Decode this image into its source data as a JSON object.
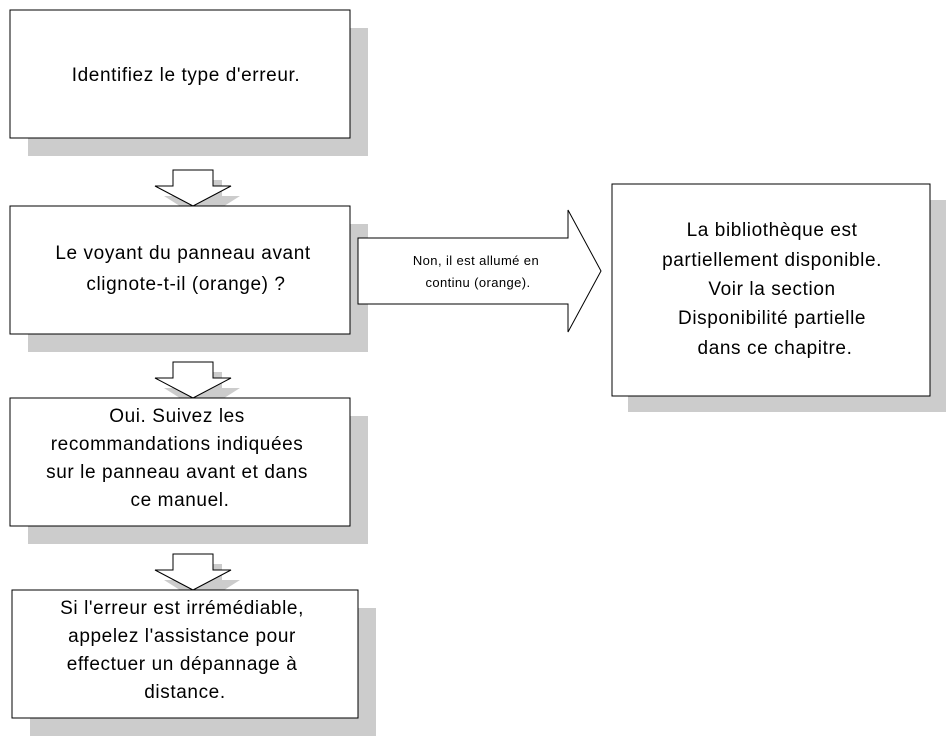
{
  "colors": {
    "background": "#ffffff",
    "box_fill": "#ffffff",
    "stroke": "#000000",
    "shadow": "#cccccc",
    "text": "#000000"
  },
  "steps": {
    "identify": {
      "lines": [
        "Identifiez le type d'erreur."
      ]
    },
    "question": {
      "lines": [
        "Le voyant du panneau avant",
        "clignote-t-il (orange) ?"
      ]
    },
    "yes_action": {
      "lines": [
        "Oui. Suivez les",
        "recommandations indiquées",
        "sur le panneau avant et dans",
        "ce manuel."
      ]
    },
    "irreparable": {
      "lines": [
        "Si l'erreur est irrémédiable,",
        "appelez l'assistance pour",
        "effectuer un dépannage à",
        "distance."
      ]
    },
    "partial": {
      "lines": [
        "La bibliothèque est",
        "partiellement disponible.",
        "Voir la section",
        "Disponibilité partielle",
        "dans ce chapitre."
      ]
    }
  },
  "connectors": {
    "no_branch": {
      "lines": [
        "Non, il est allumé en",
        "continu (orange)."
      ]
    }
  }
}
